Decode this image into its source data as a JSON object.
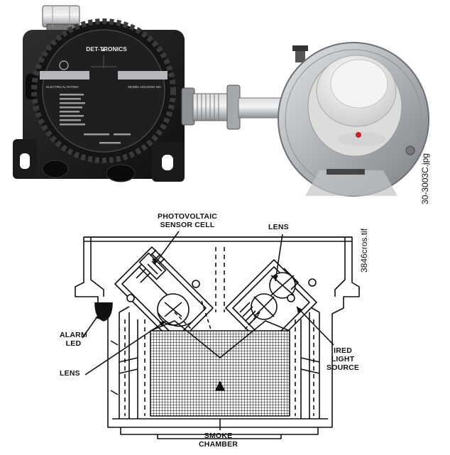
{
  "photo": {
    "file_label": "30-3003C.jpg",
    "brand": "DET-TRONICS",
    "plate_left": "ELECTRICAL RATING",
    "plate_right": "MODEL HOUSING NO."
  },
  "diagram": {
    "file_label": "3846cros.tif",
    "labels": {
      "photovoltaic": "PHOTOVOLTAIC\nSENSOR CELL",
      "lens_top": "LENS",
      "alarm_led": "ALARM\nLED",
      "lens_left": "LENS",
      "ired": "IRED\nLIGHT\nSOURCE",
      "smoke_chamber": "SMOKE\nCHAMBER"
    }
  },
  "colors": {
    "housing_black": "#1c1c1e",
    "steel": "#b9bcbf",
    "detector_white": "#eeeeec",
    "led_red": "#c8242a",
    "line": "#111111"
  }
}
